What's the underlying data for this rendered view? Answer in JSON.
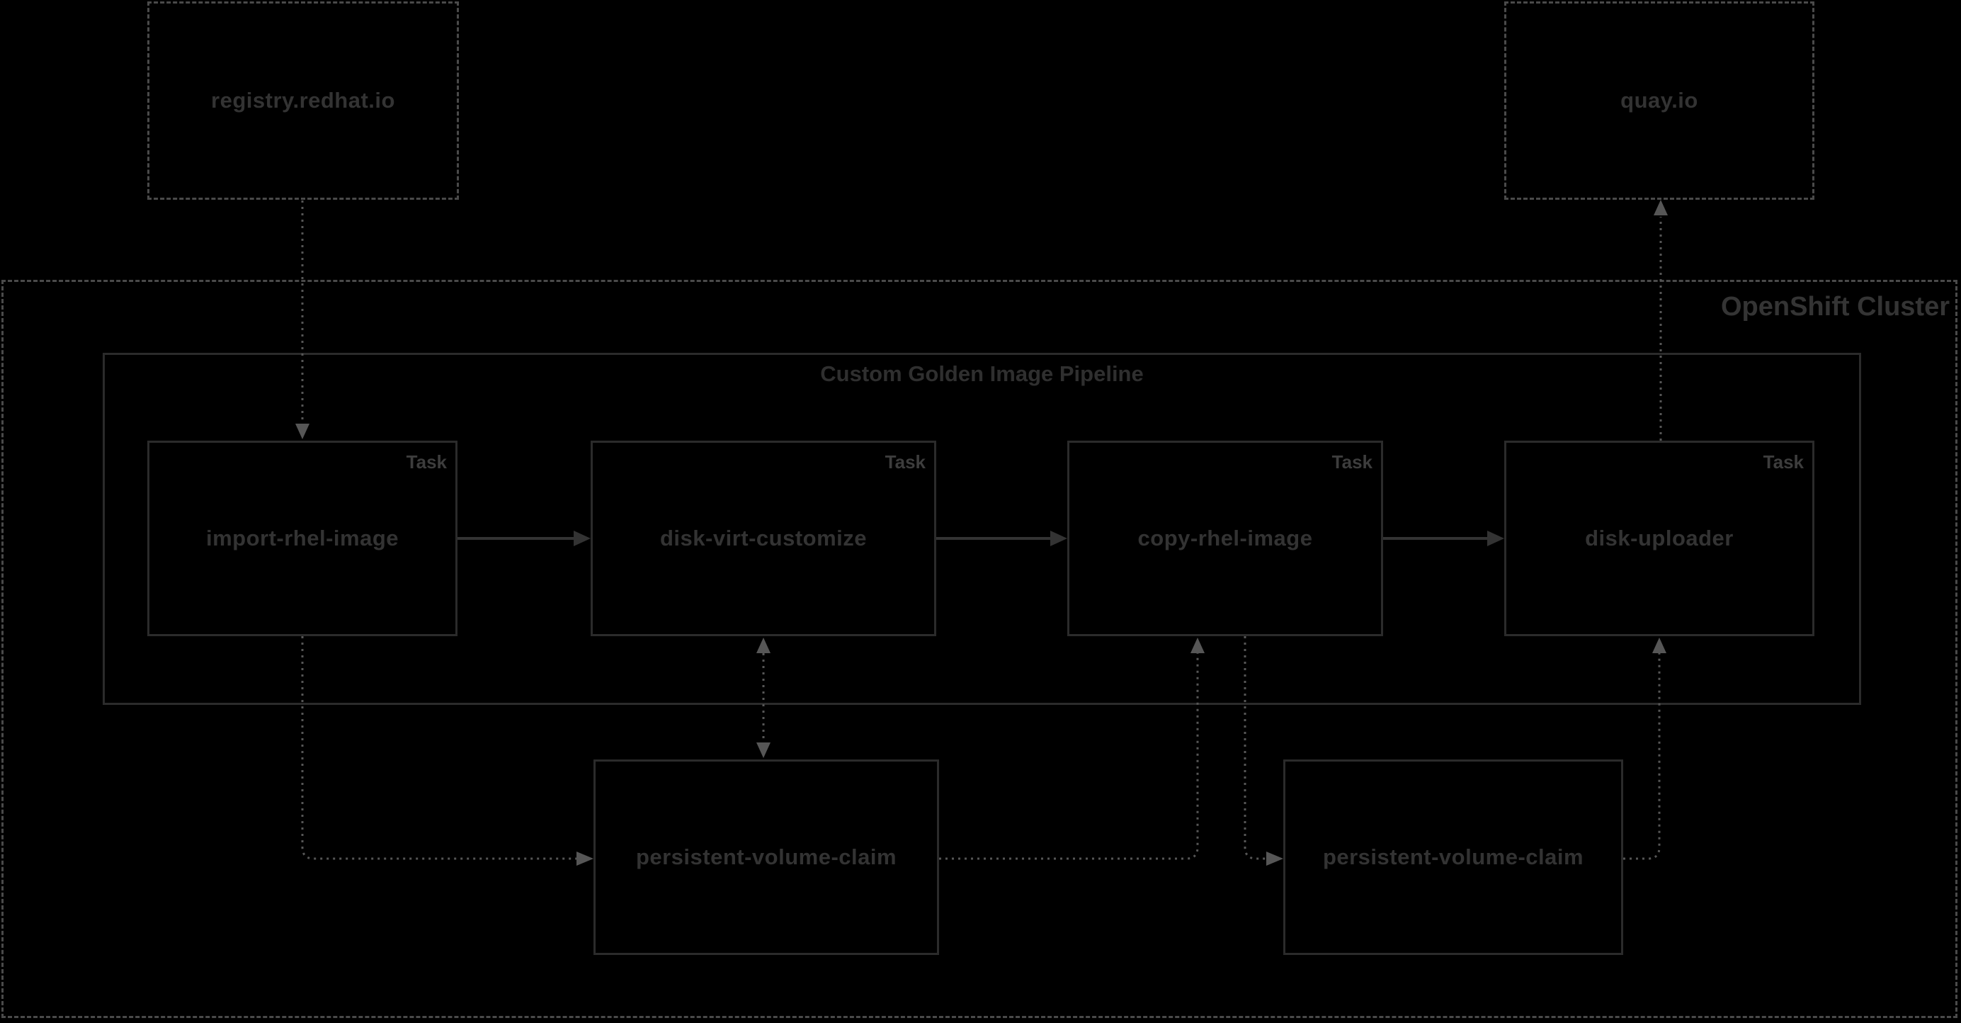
{
  "colors": {
    "background": "#000000",
    "solid_stroke": "#2b2b2b",
    "dashed_stroke": "#4a4a4a",
    "dotted_stroke": "#565656",
    "text": "#333333",
    "badge_text": "#3d3d3d"
  },
  "external_registry": {
    "label": "registry.redhat.io"
  },
  "external_quay": {
    "label": "quay.io"
  },
  "cluster": {
    "label": "OpenShift Cluster"
  },
  "pipeline": {
    "title": "Custom Golden Image Pipeline",
    "task_badge": "Task",
    "tasks": [
      {
        "label": "import-rhel-image"
      },
      {
        "label": "disk-virt-customize"
      },
      {
        "label": "copy-rhel-image"
      },
      {
        "label": "disk-uploader"
      }
    ]
  },
  "volumes": [
    {
      "label": "persistent-volume-claim"
    },
    {
      "label": "persistent-volume-claim"
    }
  ]
}
